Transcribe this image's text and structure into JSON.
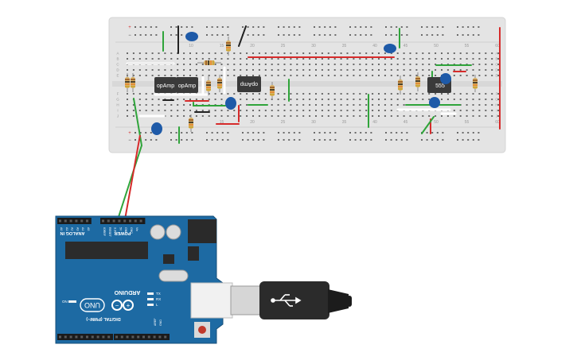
{
  "breadboard": {
    "column_numbers": [
      "10",
      "15",
      "20",
      "25",
      "30",
      "35",
      "40",
      "45",
      "50",
      "55",
      "60"
    ],
    "row_letters_top": [
      "A",
      "B",
      "C",
      "D",
      "E"
    ],
    "row_letters_bottom": [
      "F",
      "G",
      "H",
      "I",
      "J"
    ]
  },
  "chips": {
    "opamp_1": "opAmp",
    "opamp_2": "opAmp",
    "opamp_3": "opAmp",
    "timer": "555"
  },
  "arduino": {
    "brand": "ARDUINO",
    "model": "UNO",
    "power_header_label": "POWER",
    "analog_header_label": "ANALOG IN",
    "digital_header_label": "DIGITAL (PWM~)",
    "power_pins": [
      "IOREF",
      "RESET",
      "3.3V",
      "5V",
      "GND",
      "GND",
      "Vin"
    ],
    "analog_pins": [
      "A0",
      "A1",
      "A2",
      "A3",
      "A4",
      "A5"
    ],
    "led_labels": [
      "TX",
      "RX",
      "L",
      "ON"
    ],
    "aref_label": "AREF",
    "gnd_label": "GND"
  },
  "colors": {
    "breadboard": "#e4e4e4",
    "board": "#1d6aa3",
    "wire_red": "#d62b2b",
    "wire_green": "#2fa43a",
    "wire_black": "#222222",
    "wire_white": "#f4f4f4",
    "capacitor": "#1e5aa8",
    "chip": "#3a3a3a"
  }
}
